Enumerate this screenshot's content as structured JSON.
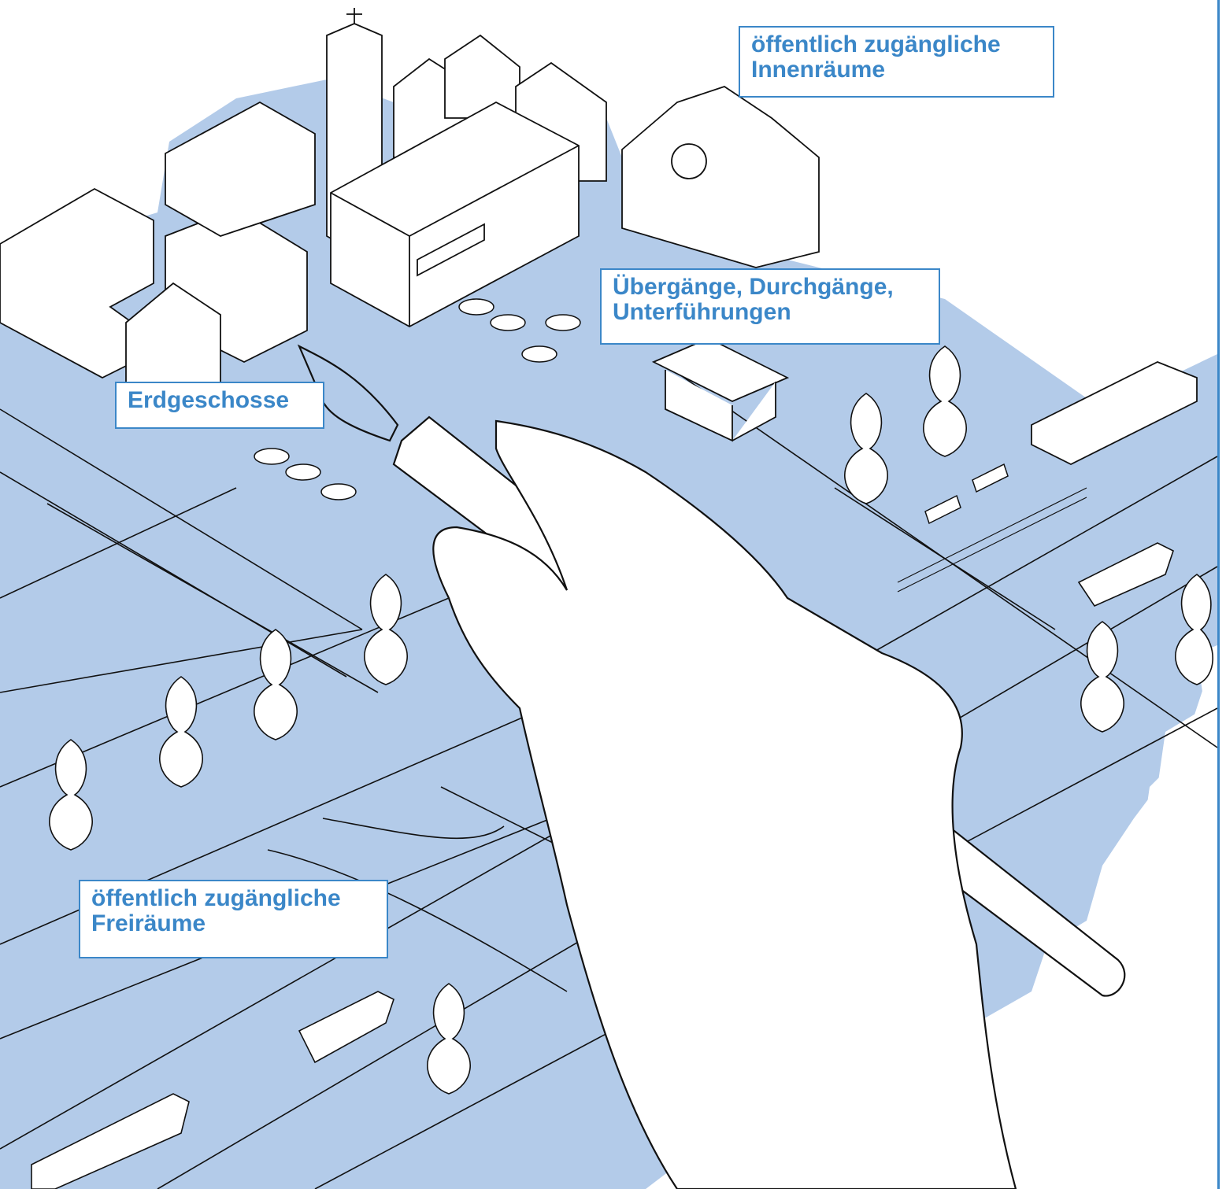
{
  "colors": {
    "area_fill": "#b3cbe9",
    "line": "#111111",
    "label_border": "#3b87c8",
    "label_text": "#3b87c8",
    "paper": "#ffffff"
  },
  "labels": {
    "innenraeume": {
      "line1": "öffentlich zugängliche",
      "line2": "Innenräume"
    },
    "uebergaenge": {
      "line1": "Übergänge, Durchgänge,",
      "line2": "Unterführungen"
    },
    "erdgeschosse": {
      "line1": "Erdgeschosse"
    },
    "freiraeume": {
      "line1": "öffentlich zugängliche",
      "line2": "Freiräume"
    }
  },
  "icons": {
    "hand": "hand-holding-brush-icon",
    "brush": "paintbrush-icon",
    "tree": "tree-icon",
    "umbrella": "parasol-icon",
    "boat": "boat-icon",
    "tram": "tram-icon",
    "bench": "bench-icon",
    "person": "person-icon"
  }
}
